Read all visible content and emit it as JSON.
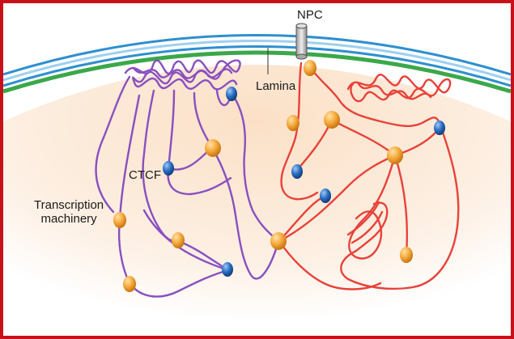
{
  "labels": {
    "npc": "NPC",
    "lamina": "Lamina",
    "ctcf": "CTCF",
    "transcription_line1": "Transcription",
    "transcription_line2": "machinery"
  },
  "colors": {
    "frame": "#c8101a",
    "nucleoplasm": "#fbe4cf",
    "lamina_green": "#3aa84a",
    "envelope_blue": "#2f8fd0",
    "chromosome_purple": "#8a4fc0",
    "chromosome_red": "#e8423a",
    "ctcf_blue": "#2a6fc4",
    "machinery_orange": "#f5a93a"
  },
  "icons": {
    "npc": "nuclear-pore-cylinder",
    "ctcf": "blue-sphere",
    "machinery": "orange-sphere"
  }
}
